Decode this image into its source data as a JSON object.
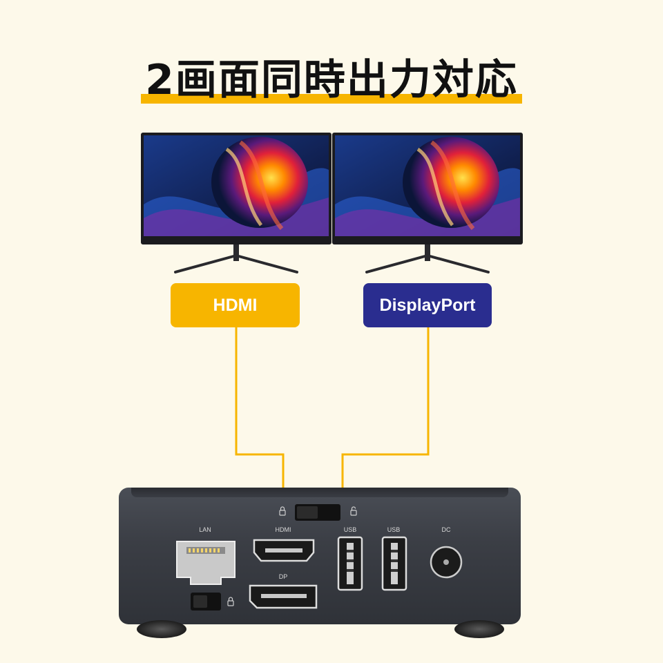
{
  "title": "2画面同時出力対応",
  "labels": {
    "hdmi": "HDMI",
    "displayport": "DisplayPort"
  },
  "ports": {
    "lan": "LAN",
    "hdmi": "HDMI",
    "usb1": "USB",
    "usb2": "USB",
    "dc": "DC",
    "dp": "DP"
  },
  "colors": {
    "background": "#fdf9ea",
    "accent_yellow": "#f7b500",
    "accent_navy": "#2a2d8f",
    "device": "#3b3e45"
  },
  "icons": {
    "lock": "lock-icon",
    "unlock": "unlock-icon"
  }
}
